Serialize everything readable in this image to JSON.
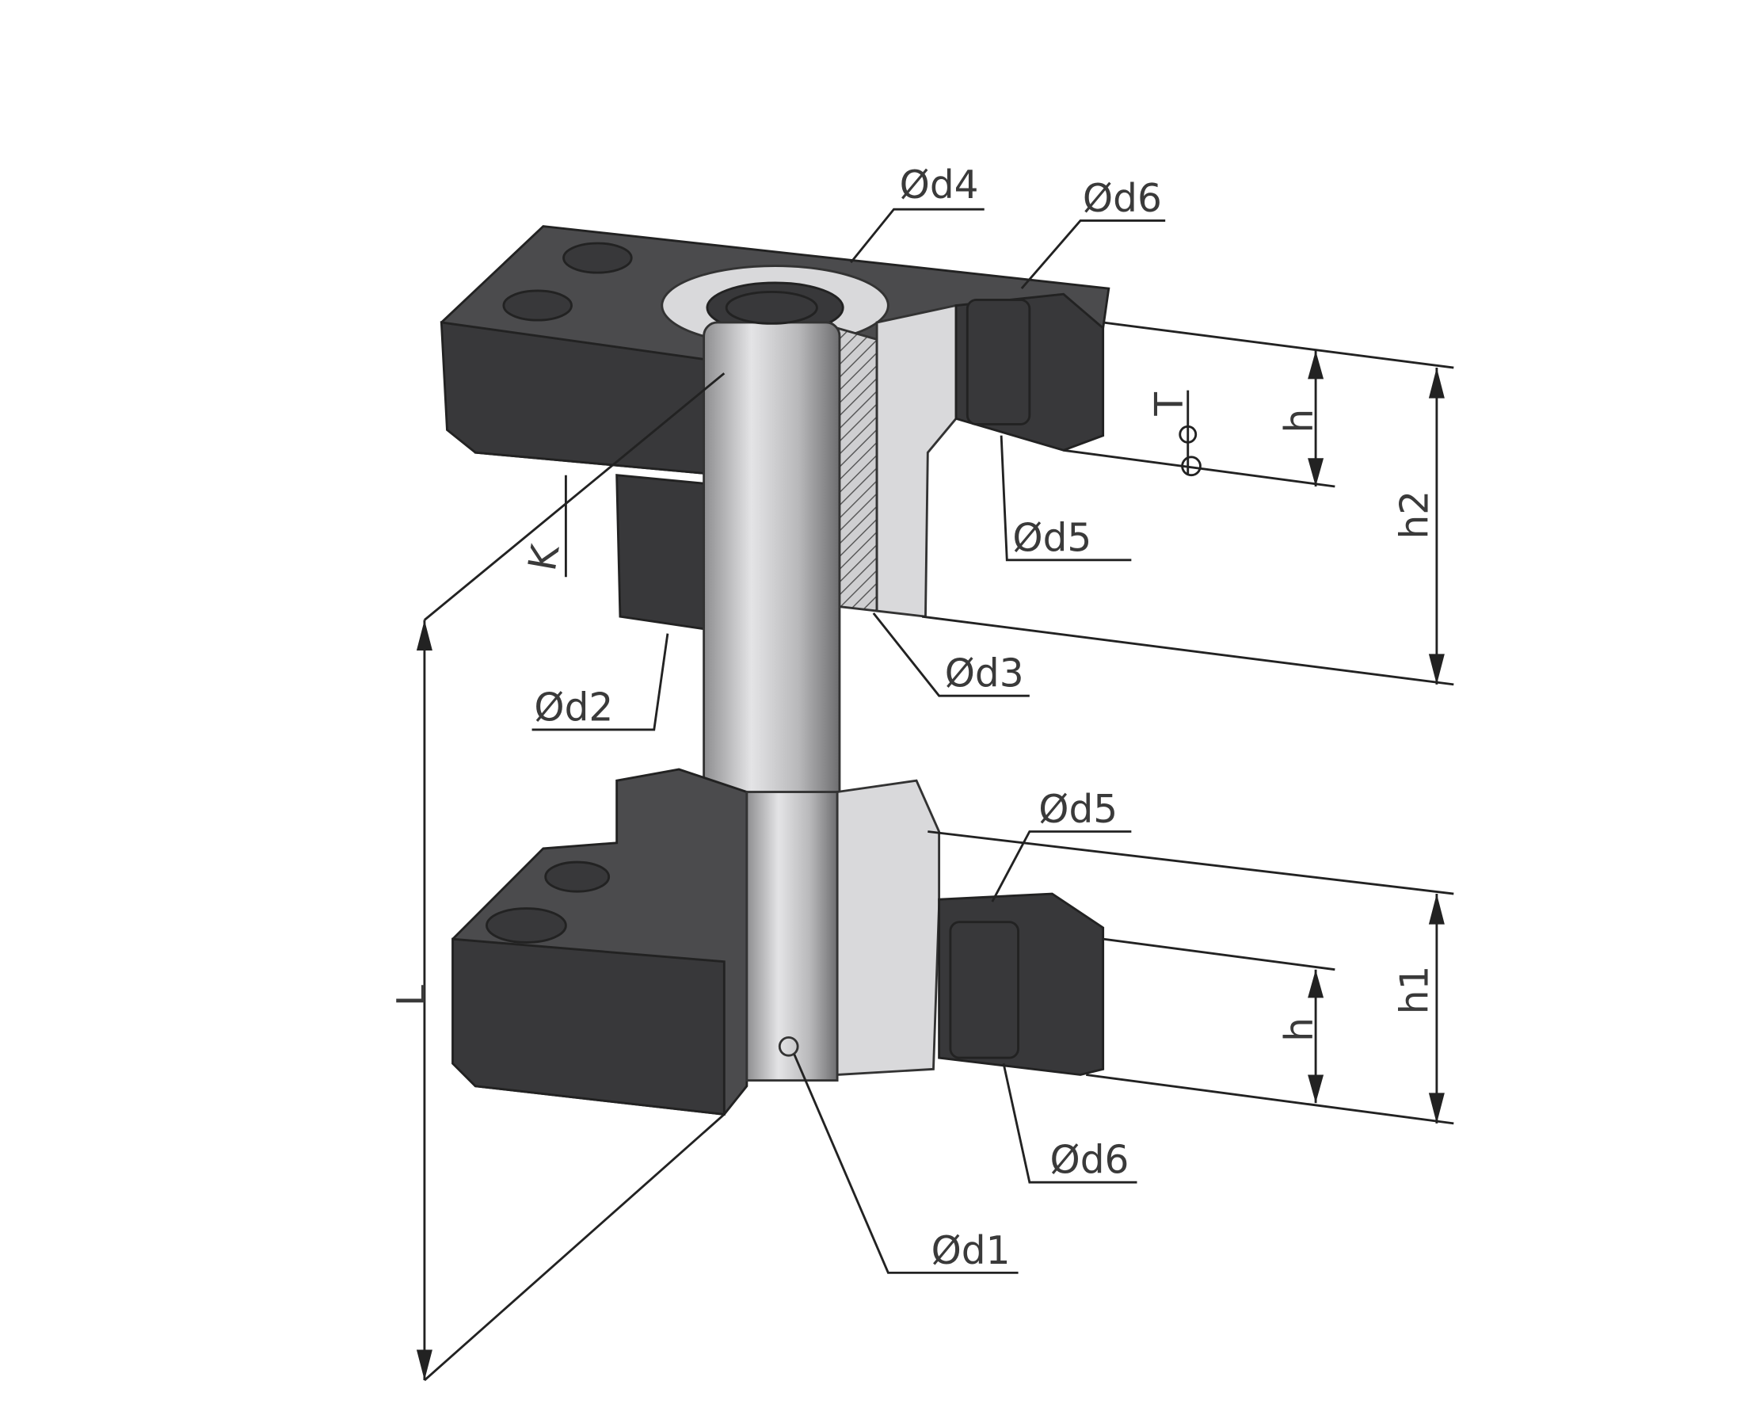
{
  "labels": {
    "d4": "Ød4",
    "d6_top": "Ød6",
    "d5_top": "Ød5",
    "d3": "Ød3",
    "d2": "Ød2",
    "d5_bottom": "Ød5",
    "d6_bottom": "Ød6",
    "d1": "Ød1",
    "h_top": "h",
    "h2": "h2",
    "h_bottom": "h",
    "h1": "h1",
    "L": "L",
    "K": "K",
    "T": "T"
  }
}
